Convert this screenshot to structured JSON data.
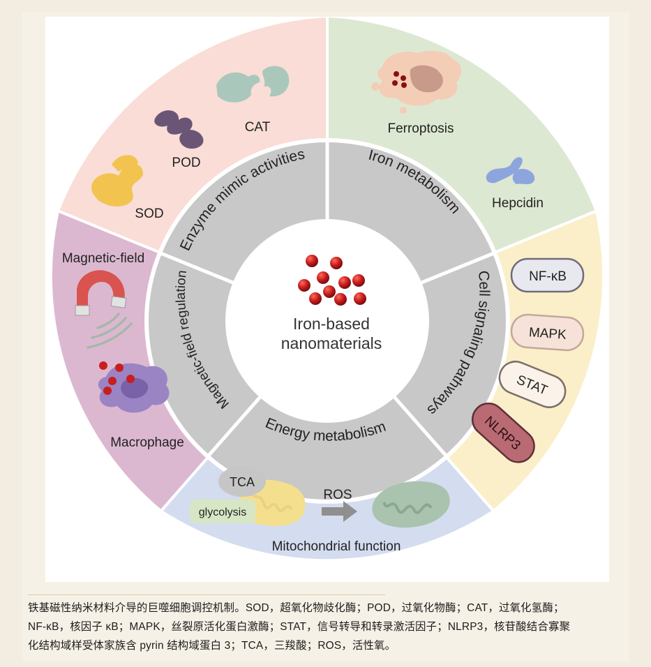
{
  "diagram": {
    "center": {
      "line1": "Iron-based",
      "line2": "nanomaterials"
    },
    "inner_ring": {
      "enzyme": "Enzyme mimic activities",
      "iron": "Iron metabolism",
      "cell": "Cell signaling pathways",
      "energy": "Energy metabolism",
      "magnetic": "Magnetic-field regulation"
    },
    "outer": {
      "sod": "SOD",
      "pod": "POD",
      "cat": "CAT",
      "ferroptosis": "Ferroptosis",
      "hepcidin": "Hepcidin",
      "nfkb": "NF-κB",
      "mapk": "MAPK",
      "stat": "STAT",
      "nlrp3": "NLRP3",
      "tca": "TCA",
      "glycolysis": "glycolysis",
      "ros": "ROS",
      "mito": "Mitochondrial function",
      "macrophage": "Macrophage",
      "magnetic_field": "Magnetic-field"
    },
    "colors": {
      "enzyme": "#f9ddd6",
      "iron": "#dde8d2",
      "cell": "#fbefc9",
      "energy": "#d4dcef",
      "magnetic": "#dcb8d0",
      "inner": "#c8c8c8",
      "nanoparticle": "#c81e1e"
    }
  },
  "caption": {
    "line1": "铁基磁性纳米材料介导的巨噬细胞调控机制。SOD，超氧化物歧化酶；POD，过氧化物酶；CAT，过氧化氢酶；",
    "line2": "NF-κB，核因子 κB；MAPK，丝裂原活化蛋白激酶；STAT，信号转导和转录激活因子；NLRP3，核苷酸结合寡聚",
    "line3": "化结构域样受体家族含 pyrin 结构域蛋白 3；TCA，三羧酸；ROS，活性氧。"
  }
}
